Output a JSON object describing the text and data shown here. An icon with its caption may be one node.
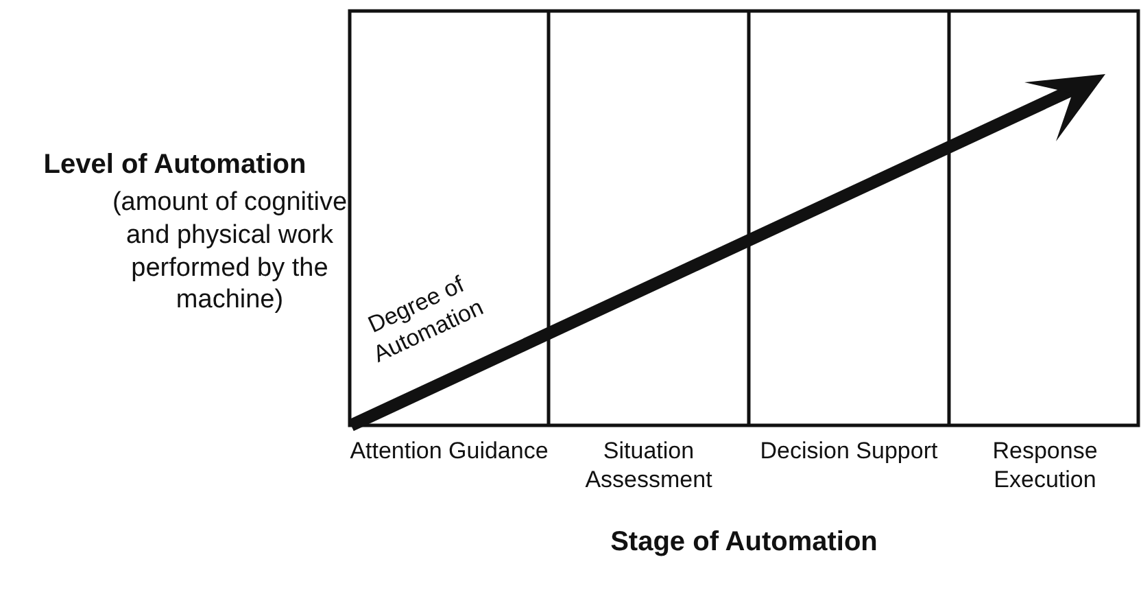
{
  "diagram": {
    "labels": [
      "Level of Automation",
      "(amount of cognitive and physical work performed by the machine)",
      "Degree of Automation",
      "Attention Guidance",
      "Situation Assessment",
      "Decision Support",
      "Response Execution",
      "Stage of Automation"
    ]
  }
}
